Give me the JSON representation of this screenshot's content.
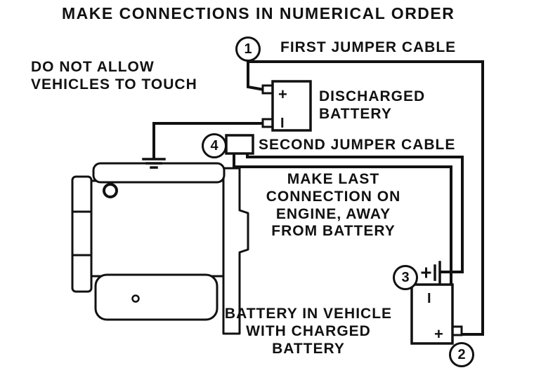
{
  "title": "MAKE CONNECTIONS IN NUMERICAL ORDER",
  "warning": "DO NOT ALLOW\nVEHICLES TO TOUCH",
  "steps": {
    "one": {
      "number": "1",
      "label": "FIRST JUMPER CABLE"
    },
    "two": {
      "number": "2"
    },
    "three": {
      "number": "3"
    },
    "four": {
      "number": "4",
      "label": "SECOND JUMPER CABLE"
    }
  },
  "discharged_battery": {
    "label": "DISCHARGED\nBATTERY",
    "pos_terminal": "+",
    "neg_terminal": "I"
  },
  "engine_note": "MAKE LAST\nCONNECTION ON\nENGINE, AWAY\nFROM BATTERY",
  "charged_battery": {
    "label": "BATTERY IN VEHICLE\nWITH CHARGED BATTERY",
    "neg_terminal": "I",
    "pos_terminal": "+"
  },
  "icons": {
    "ground_symbol": "ground-symbol",
    "terminal_post_symbol": "battery-post-symbol"
  },
  "colors": {
    "ink": "#111111",
    "background": "#ffffff"
  }
}
